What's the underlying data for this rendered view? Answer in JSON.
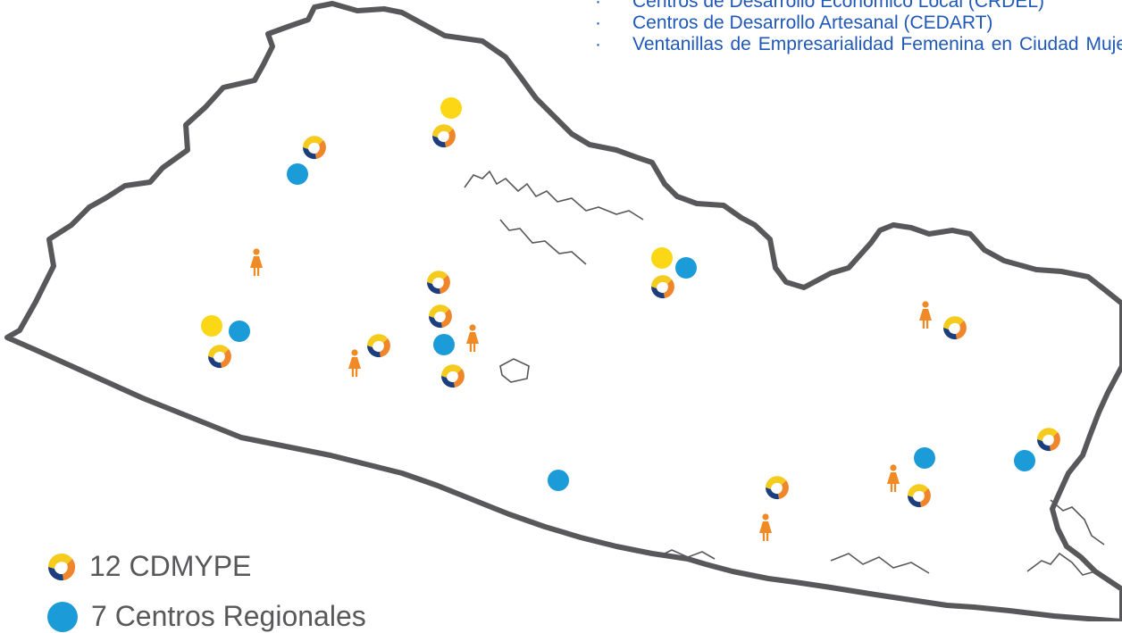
{
  "colors": {
    "border": "#58585a",
    "cdmype_yellow": "#f5cc1d",
    "cdmype_orange": "#f0862b",
    "cdmype_navy": "#1d3e7d",
    "regional_blue": "#1b9bd7",
    "crdel_yellow": "#fbd716",
    "mujer_orange": "#f08a24",
    "text_blue": "#1f58b6",
    "legend_gray": "#58585a"
  },
  "icons": {
    "cdmype": "cdmype-logo-icon",
    "regional": "blue-dot-icon",
    "crdel": "yellow-dot-icon",
    "mujer": "woman-figure-icon"
  },
  "notes": [
    " Centros de Desarrollo Económico Local (CRDEL)",
    "Centros de Desarrollo Artesanal (CEDART)",
    "Ventanillas de Empresarialidad Femenina en Ciudad Mujer"
  ],
  "legend": [
    {
      "label": "12 CDMYPE",
      "icon": "cdmype"
    },
    {
      "label": "7 Centros Regionales",
      "icon": "regional"
    }
  ],
  "markers": {
    "cdmype": [
      [
        352,
        165
      ],
      [
        497,
        152
      ],
      [
        491,
        316
      ],
      [
        493,
        354
      ],
      [
        424,
        387
      ],
      [
        246,
        399
      ],
      [
        507,
        421
      ],
      [
        742,
        321
      ],
      [
        1069,
        367
      ],
      [
        1174,
        492
      ],
      [
        1029,
        555
      ],
      [
        870,
        546
      ]
    ],
    "regional": [
      [
        333,
        195
      ],
      [
        268,
        371
      ],
      [
        497,
        386
      ],
      [
        768,
        300
      ],
      [
        625,
        538
      ],
      [
        1035,
        513
      ],
      [
        1147,
        516
      ]
    ],
    "crdel": [
      [
        505,
        121
      ],
      [
        237,
        365
      ],
      [
        741,
        289
      ]
    ],
    "mujer": [
      [
        287,
        295
      ],
      [
        397,
        408
      ],
      [
        529,
        380
      ],
      [
        1036,
        354
      ],
      [
        1000,
        537
      ],
      [
        857,
        592
      ]
    ]
  }
}
